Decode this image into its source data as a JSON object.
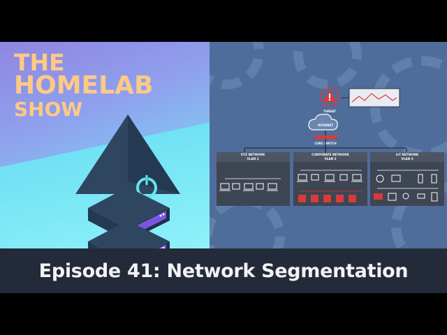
{
  "logo": {
    "line1": "THE",
    "line2": "HOMELAB",
    "line3": "SHOW"
  },
  "diagram": {
    "threat_label": "THREAT",
    "internet_label": "INTERNET",
    "switch_label": "CORE SWITCH",
    "networks": [
      {
        "name": "XYZ NETWORK",
        "vlan": "VLAN 1"
      },
      {
        "name": "CORPORATE NETWORK",
        "vlan": "VLAN 2"
      },
      {
        "name": "IoT NETWORK",
        "vlan": "VLAN 3"
      }
    ]
  },
  "caption": "Episode 41: Network Segmentation",
  "colors": {
    "logo": "#ffc986",
    "accent_red": "#d93a3a",
    "server_purple": "#7a55e0",
    "power_cyan": "#5fe6f0"
  }
}
